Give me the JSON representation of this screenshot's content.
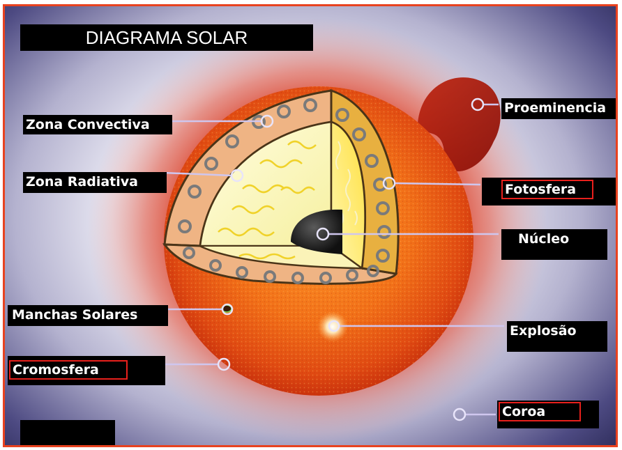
{
  "title": "DIAGRAMA SOLAR",
  "labels": {
    "zona_convectiva": "Zona Convectiva",
    "zona_radiativa": "Zona Radiativa",
    "manchas_solares": "Manchas Solares",
    "cromosfera": "Cromosfera",
    "proeminencia": "Proeminencia",
    "fotosfera": "Fotosfera",
    "nucleo": "Núcleo",
    "explosao": "Explosão",
    "coroa": "Coroa"
  },
  "colors": {
    "frame_border": "#e8421f",
    "label_background": "#000000",
    "label_text": "#ffffff",
    "highlight_box": "#e8201c",
    "sun_surface": "#f06a1a",
    "leader_line": "#cfc6ee"
  }
}
